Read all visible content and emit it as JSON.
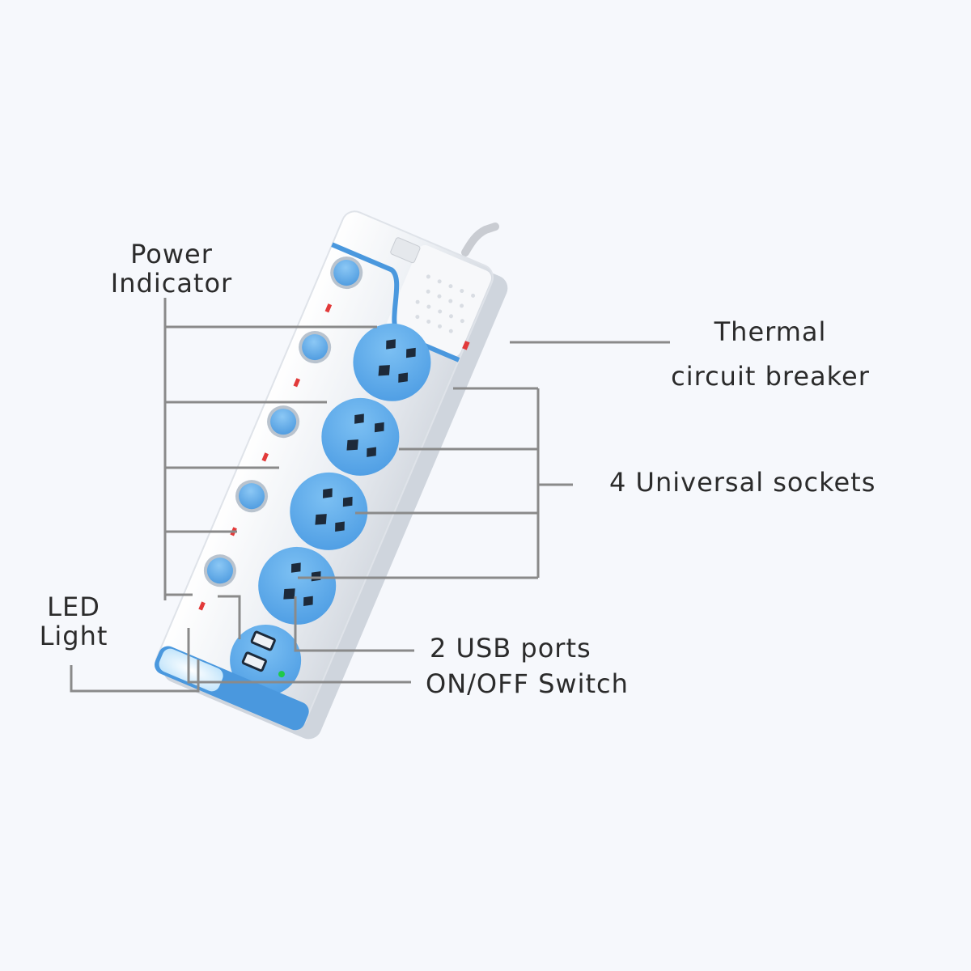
{
  "labels": {
    "power_indicator": [
      "Power",
      "Indicator"
    ],
    "led_light": [
      "LED",
      "Light"
    ],
    "thermal_breaker": [
      "Thermal",
      "circuit breaker"
    ],
    "universal_sockets": "4 Universal sockets",
    "usb_ports": "2 USB ports",
    "on_off_switch": "ON/OFF Switch"
  },
  "colors": {
    "background": "#f6f8fc",
    "body": "#eef1f5",
    "socket_blue": "#5aa9ea",
    "accent_blue": "#3b8fe0",
    "indicator_red": "#e23a3a",
    "leader_line": "#8a8a8a",
    "text": "#2b2b2b"
  },
  "icons": [
    "switch-button-icon",
    "universal-socket-icon",
    "usb-port-icon",
    "power-cord-icon"
  ]
}
